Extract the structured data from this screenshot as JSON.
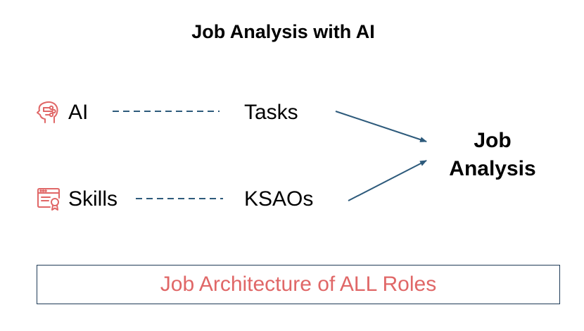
{
  "title": "Job Analysis with AI",
  "left": {
    "ai": {
      "label": "AI",
      "icon": "brain-network-icon"
    },
    "skills": {
      "label": "Skills",
      "icon": "browser-certificate-icon"
    }
  },
  "middle": {
    "tasks": "Tasks",
    "ksaos": "KSAOs"
  },
  "result": {
    "line1": "Job",
    "line2": "Analysis"
  },
  "footer": {
    "text": "Job Architecture of ALL Roles"
  },
  "colors": {
    "icon": "#e06767",
    "connector": "#2d5a7b",
    "footer_text": "#e06767",
    "footer_border": "#1f3b57"
  }
}
